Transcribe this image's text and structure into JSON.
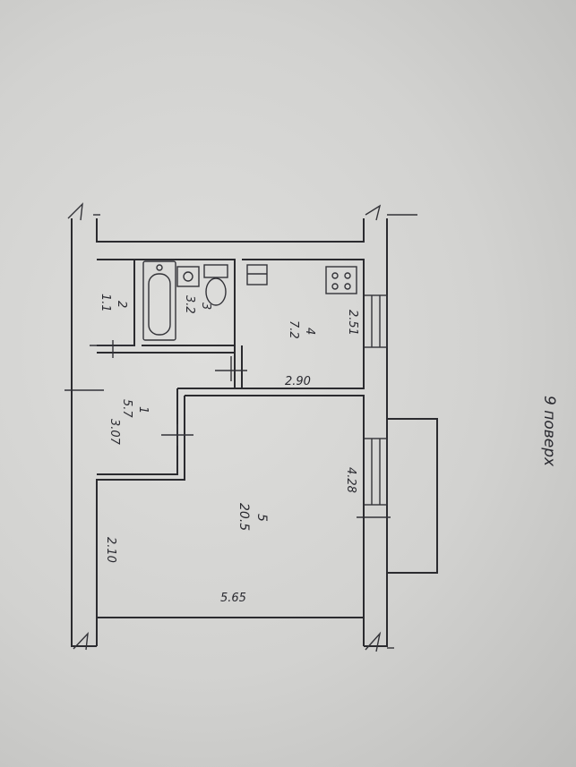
{
  "rooms": [
    {
      "number": "1",
      "area": "5.7"
    },
    {
      "number": "2",
      "area": "1.1"
    },
    {
      "number": "3",
      "area": "3.2"
    },
    {
      "number": "4",
      "area": "7.2"
    },
    {
      "number": "5",
      "area": "20.5"
    }
  ],
  "dimensions": {
    "d_2_90": "2.90",
    "d_2_51": "2.51",
    "d_4_28": "4.28",
    "d_3_07": "3.07",
    "d_5_65": "5.65",
    "d_2_10": "2.10"
  },
  "note": "9 поверх"
}
